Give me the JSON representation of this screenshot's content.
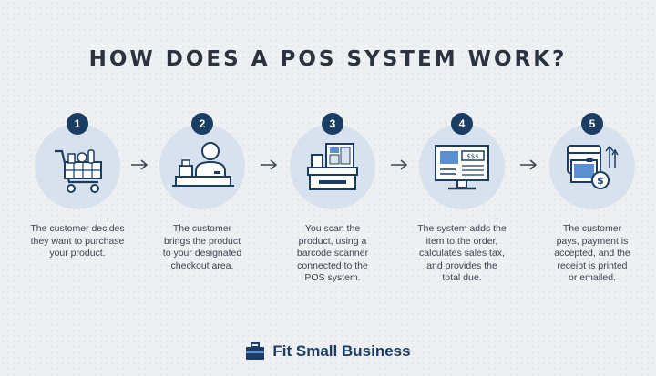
{
  "title": "HOW DOES A POS SYSTEM WORK?",
  "steps": [
    {
      "number": "1",
      "icon": "shopping-cart-icon",
      "lines": [
        "The customer decides",
        "they want to purchase",
        "your product."
      ]
    },
    {
      "number": "2",
      "icon": "checkout-clerk-icon",
      "lines": [
        "The customer",
        "brings the product",
        "to your designated",
        "checkout area."
      ]
    },
    {
      "number": "3",
      "icon": "pos-terminal-icon",
      "lines": [
        "You scan the",
        "product, using a",
        "barcode scanner",
        "connected to the",
        "POS system."
      ]
    },
    {
      "number": "4",
      "icon": "monitor-total-icon",
      "lines": [
        "The system adds the",
        "item to the order,",
        "calculates sales tax,",
        "and provides the",
        "total due."
      ]
    },
    {
      "number": "5",
      "icon": "payment-icon",
      "lines": [
        "The customer",
        "pays, payment is",
        "accepted, and the",
        "receipt is printed",
        "or emailed."
      ]
    }
  ],
  "brand": {
    "name": "Fit Small Business",
    "icon": "briefcase-logo-icon"
  },
  "colors": {
    "navy": "#1c3d63",
    "circle": "#d7e2ee",
    "text": "#3a4452",
    "accent": "#5b8fd1"
  }
}
